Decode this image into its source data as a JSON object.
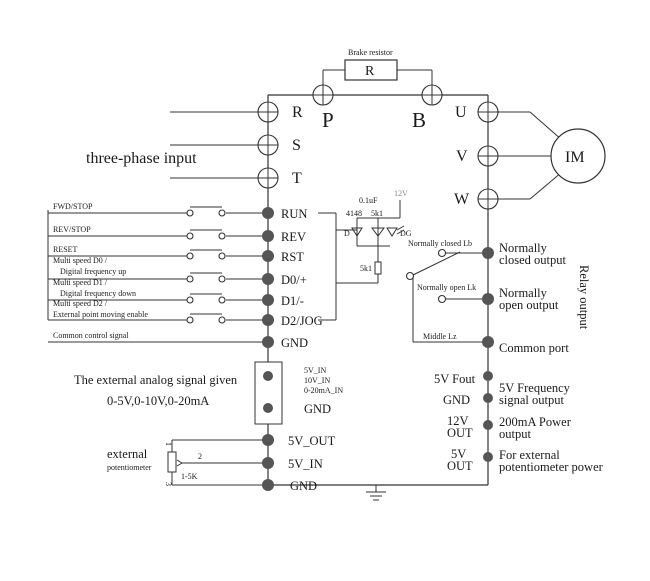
{
  "labels": {
    "brake_resistor": "Brake resistor",
    "resistor_r": "R",
    "terminal_p": "P",
    "terminal_b": "B",
    "terminal_r": "R",
    "terminal_s": "S",
    "terminal_t": "T",
    "terminal_u": "U",
    "terminal_v": "V",
    "terminal_w": "W",
    "motor": "IM",
    "three_phase_input": "three-phase input",
    "fwd_stop": "FWD/STOP",
    "rev_stop": "REV/STOP",
    "reset": "RESET",
    "ms_d0_line1": "Multi speed D0 /",
    "ms_d0_line2": "Digital frequency  up",
    "ms_d1_line1": "Multi speed D1 /",
    "ms_d1_line2": "Digital frequency  down",
    "ms_d2_line1": "Multi speed D2 /",
    "ms_d2_line2": "External point moving enable",
    "common_control": "Common control signal",
    "run": "RUN",
    "rev": "REV",
    "rst": "RST",
    "d0": "D0/+",
    "d1": "D1/-",
    "d2": "D2/JOG",
    "gnd": "GND",
    "cap": "0.1uF",
    "v12": "12V",
    "diode": "4148",
    "res5k1": "5k1",
    "d_label": "D",
    "dg_label": "DG",
    "res5k1_b": "5k1",
    "nc_lb": "Normally closed Lb",
    "no_lk": "Normally open Lk",
    "middle_lz": "Middle Lz",
    "nc_out_1": "Normally",
    "nc_out_2": "closed  output",
    "no_out_1": "Normally",
    "no_out_2": "open output",
    "common_port": "Common port",
    "relay_output": "Relay output",
    "analog_title": "The external analog signal given",
    "analog_range": "0-5V,0-10V,0-20mA",
    "in_5v": "5V_IN",
    "in_10v": "10V_IN",
    "in_20ma": "0-20mA_IN",
    "analog_gnd": "GND",
    "fout": "5V Fout",
    "out_gnd": "GND",
    "out_12v_1": "12V",
    "out_12v_2": "OUT",
    "out_5v_1": "5V",
    "out_5v_2": "OUT",
    "freq_out_1": "5V Frequency",
    "freq_out_2": "signal output",
    "power_out_1": "200mA Power",
    "power_out_2": "output",
    "ext_pot_power_1": "For external",
    "ext_pot_power_2": "potentiometer power",
    "v5_out": "5V_OUT",
    "v5_in": "5V_IN",
    "gnd_bottom": "GND",
    "external": "external",
    "potentiometer": "potentiometer",
    "pin1": "1",
    "pin2": "2",
    "pin3": "3",
    "pot_range": "1-5K"
  }
}
